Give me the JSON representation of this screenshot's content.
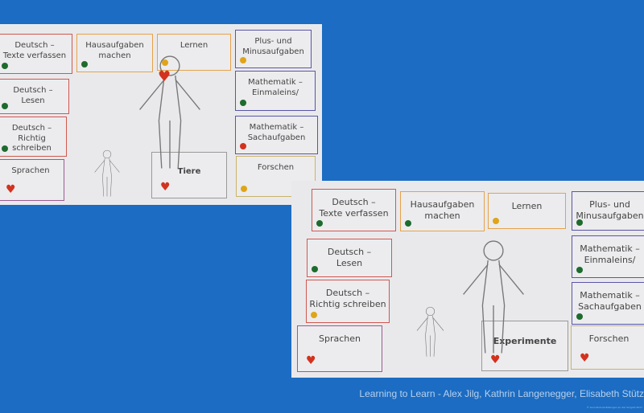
{
  "photo1": {
    "cards": [
      {
        "label": "Deutsch – Texte verfassen",
        "marker": "green-dot"
      },
      {
        "label": "Hausaufgaben machen",
        "marker": "green-dot"
      },
      {
        "label": "Lernen",
        "marker": "yellow-dot"
      },
      {
        "label": "Plus- und Minusaufgaben",
        "marker": "yellow-dot"
      },
      {
        "label": "Deutsch – Lesen",
        "marker": "green-dot"
      },
      {
        "label": "Mathematik – Einmaleins/",
        "marker": "green-dot"
      },
      {
        "label": "Deutsch – Richtig schreiben",
        "marker": "green-dot"
      },
      {
        "label": "Mathematik – Sachaufgaben",
        "marker": "red-dot"
      },
      {
        "label": "Sprachen",
        "marker": "heart"
      },
      {
        "label": "Tiere",
        "marker": "heart"
      },
      {
        "label": "Forschen",
        "marker": "yellow-dot"
      }
    ]
  },
  "photo2": {
    "cards": [
      {
        "label": "Deutsch – Texte verfassen",
        "marker": "green-dot"
      },
      {
        "label": "Hausaufgaben machen",
        "marker": "green-dot"
      },
      {
        "label": "Lernen",
        "marker": "yellow-dot"
      },
      {
        "label": "Plus- und Minusaufgaben",
        "marker": "green-dot"
      },
      {
        "label": "Deutsch – Lesen",
        "marker": "green-dot"
      },
      {
        "label": "Mathematik – Einmaleins/",
        "marker": "green-dot"
      },
      {
        "label": "Deutsch – Richtig schreiben",
        "marker": "yellow-dot"
      },
      {
        "label": "Mathematik – Sachaufgaben",
        "marker": "green-dot"
      },
      {
        "label": "Sprachen",
        "marker": "heart"
      },
      {
        "label": "Experimente",
        "marker": "heart"
      },
      {
        "label": "Forschen",
        "marker": "heart"
      }
    ]
  },
  "footer": "Learning to Learn - Alex Jilg, Kathrin Langenegger, Elisabeth Stütz",
  "copyright": "© Grundschule Bobingen an der Singold 2017",
  "colors": {
    "background": "#1b6cc2",
    "green": "#1e6b2e",
    "yellow": "#e0a418",
    "red": "#d2321e"
  }
}
